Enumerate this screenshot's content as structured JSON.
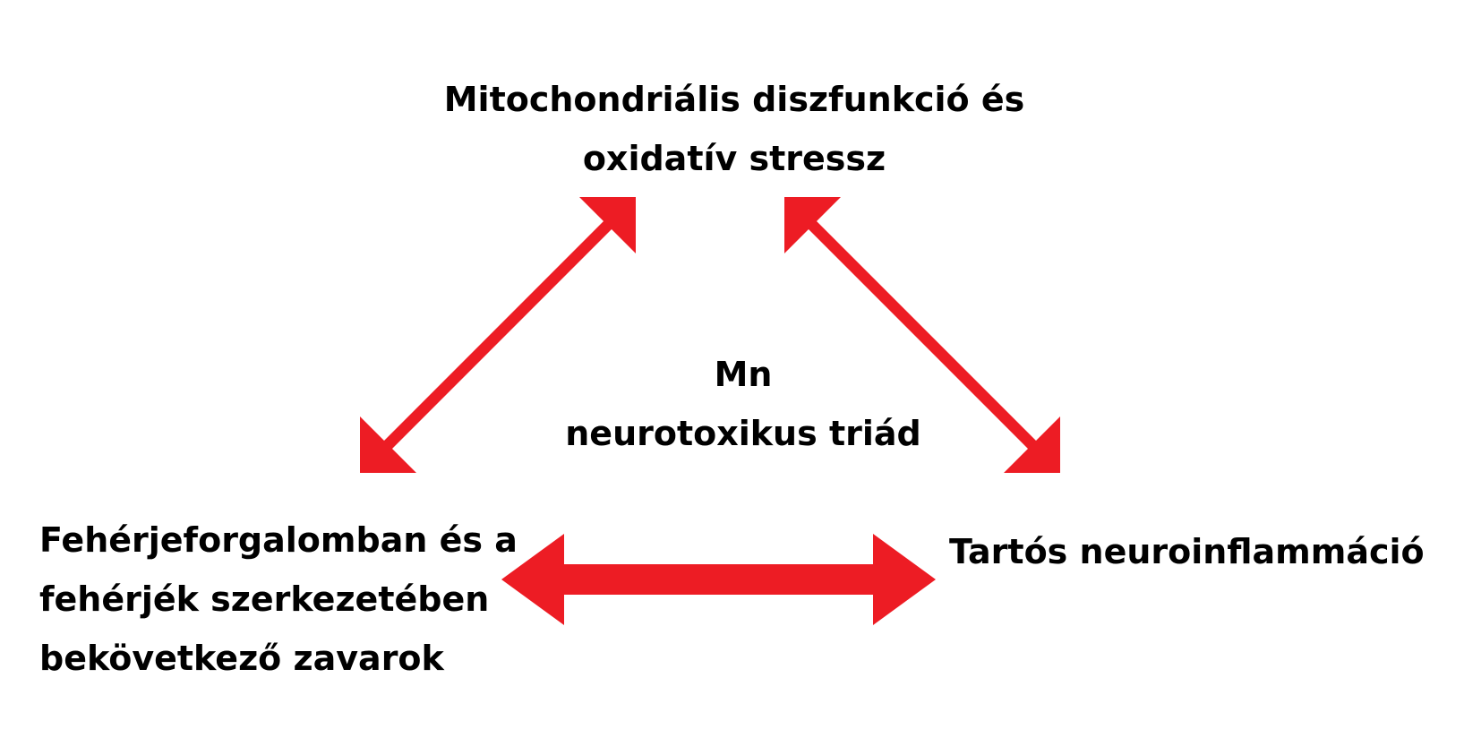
{
  "nodes": {
    "top": {
      "line1": "Mitochondriális diszfunkció és",
      "line2": "oxidatív stressz"
    },
    "left": {
      "line1": "Fehérjeforgalomban és a",
      "line2": "fehérjék szerkezetében",
      "line3": "bekövetkező zavarok"
    },
    "right": {
      "line1": "Tartós neuroinflammáció"
    }
  },
  "center": {
    "line1": "Mn",
    "line2": "neurotoxikus triád"
  },
  "colors": {
    "arrow": "#ed1c24",
    "text": "#000000",
    "background": "#ffffff"
  },
  "edges": [
    {
      "from": "left",
      "to": "top",
      "style": "double-arrow"
    },
    {
      "from": "top",
      "to": "right",
      "style": "double-arrow"
    },
    {
      "from": "left",
      "to": "right",
      "style": "double-arrow"
    }
  ]
}
